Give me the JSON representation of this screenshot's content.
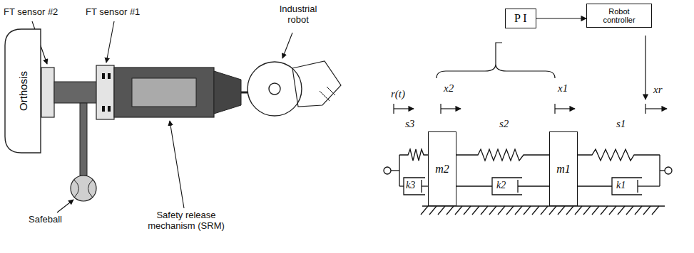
{
  "diagram": {
    "nodes": [
      {
        "text": [
          "Orthosis"
        ]
      },
      {
        "text": [
          "P I"
        ]
      },
      {
        "text": [
          "Robot controller"
        ]
      },
      {
        "text": [
          "m2"
        ]
      },
      {
        "text": [
          "m1"
        ]
      }
    ],
    "edges": [
      {
        "from": 1,
        "to": 2,
        "arrow": "to"
      }
    ],
    "labels": [
      "FT sensor #2",
      "FT sensor #1",
      "Industrial robot",
      "Safeball",
      "Safety release mechanism (SRM)",
      "r(t)",
      "s3",
      "s2",
      "s1",
      "x2",
      "x1",
      "xr",
      "k3",
      "k2",
      "k1"
    ]
  }
}
